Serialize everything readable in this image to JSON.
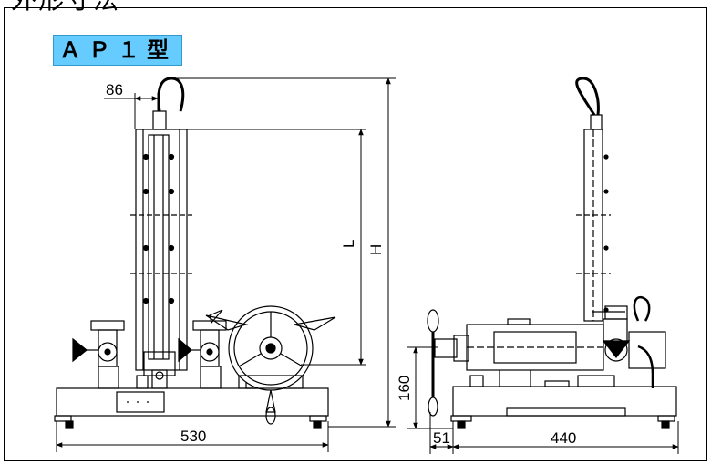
{
  "heading": "外形寸法",
  "model_label": "ＡＰ１型",
  "colors": {
    "outline": "#000000",
    "label_bg": "#66ccff",
    "frame": "#000000"
  },
  "dimensions": {
    "top_offset": "86",
    "length_L": "L",
    "height_H": "H",
    "base_height": "160",
    "front_width": "530",
    "side_offset": "51",
    "side_width": "440"
  }
}
